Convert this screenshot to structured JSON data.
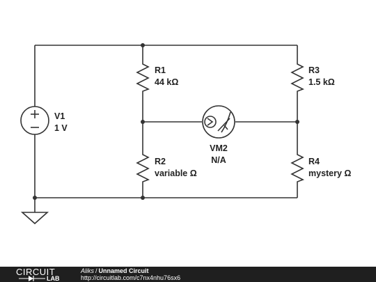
{
  "components": {
    "v1": {
      "name": "V1",
      "value": "1 V"
    },
    "r1": {
      "name": "R1",
      "value": "44 kΩ"
    },
    "r2": {
      "name": "R2",
      "value": "variable Ω"
    },
    "r3": {
      "name": "R3",
      "value": "1.5 kΩ"
    },
    "r4": {
      "name": "R4",
      "value": "mystery Ω"
    },
    "vm2": {
      "name": "VM2",
      "value": "N/A"
    }
  },
  "footer": {
    "logo_top": "CIRCUIT",
    "logo_bottom": "LAB",
    "author": "Aliks",
    "separator": "/",
    "circuit_name": "Unnamed Circuit",
    "url": "http://circuitlab.com/c7nx4nhu76sx6"
  },
  "colors": {
    "wire": "#333333",
    "footer_bg": "#1f1f1f",
    "footer_text": "#ffffff"
  },
  "icons": [
    "voltage-source-icon",
    "resistor-icon",
    "voltmeter-icon",
    "ground-icon"
  ]
}
